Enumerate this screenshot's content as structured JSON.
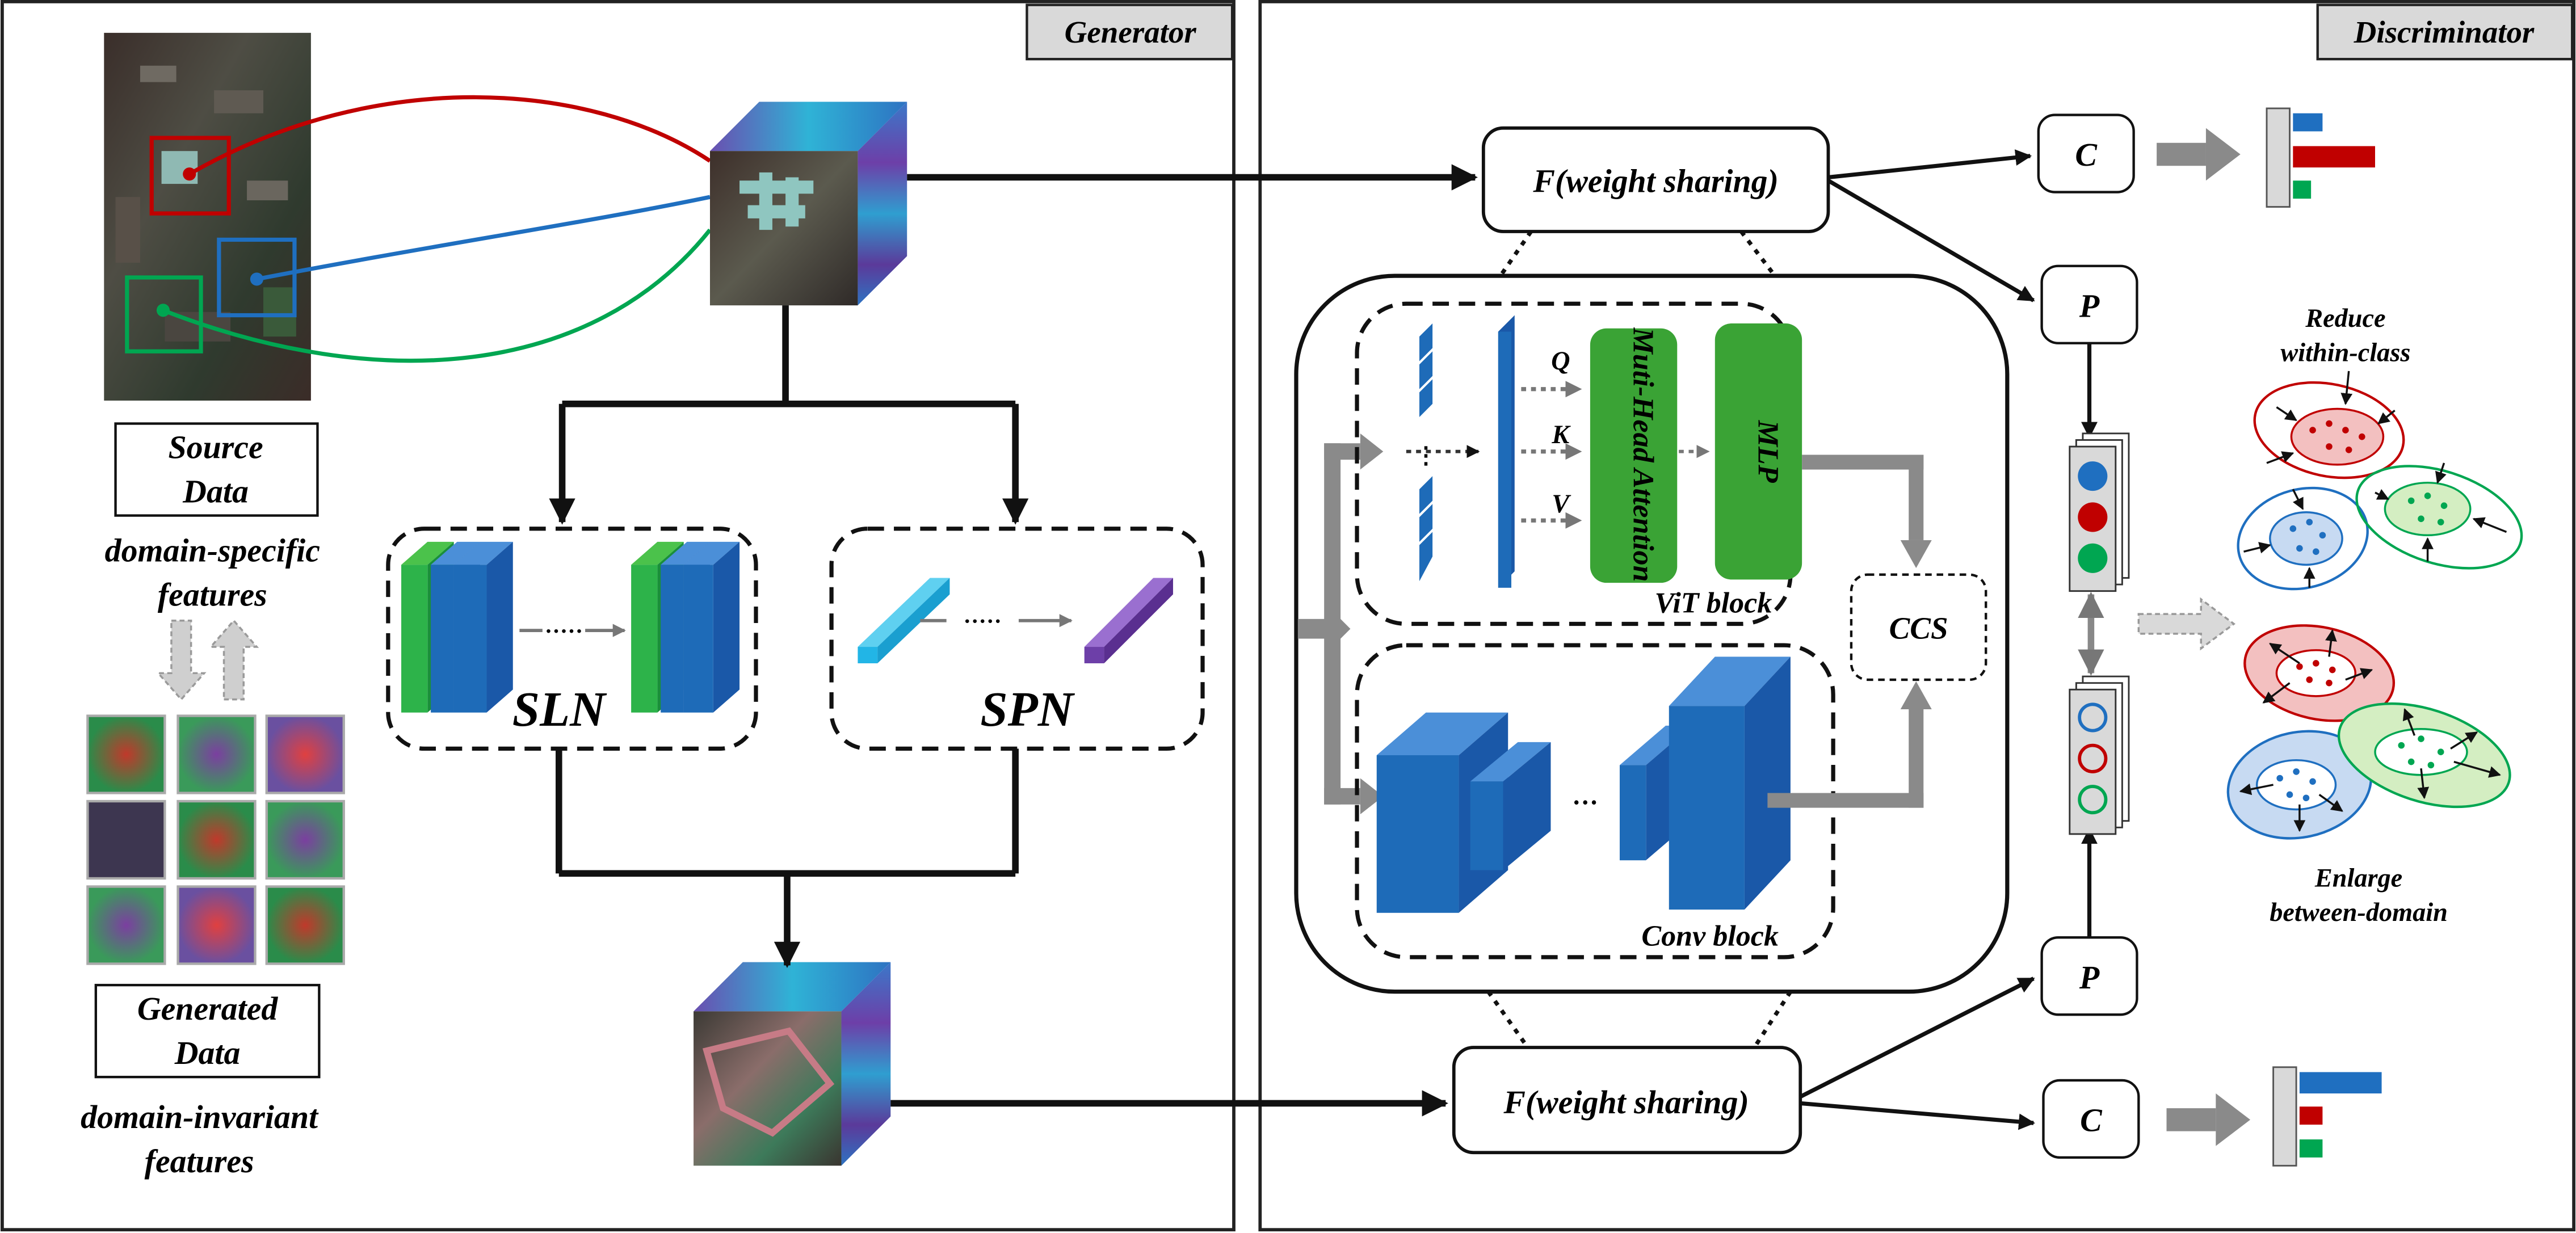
{
  "panels": {
    "generator": "Generator",
    "discriminator": "Discriminator"
  },
  "source": {
    "label_line1": "Source",
    "label_line2": "Data",
    "features_line1": "domain-specific",
    "features_line2": "features"
  },
  "generated": {
    "label_line1": "Generated",
    "label_line2": "Data",
    "features_line1": "domain-invariant",
    "features_line2": "features"
  },
  "networks": {
    "sln": "SLN",
    "spn": "SPN"
  },
  "discriminator": {
    "f_top": "F(weight sharing)",
    "f_bottom": "F(weight sharing)",
    "vit": {
      "q": "Q",
      "k": "K",
      "v": "V",
      "attention": "Muti-Head Attention",
      "mlp": "MLP",
      "label": "ViT block"
    },
    "conv_label": "Conv block",
    "ccs": "CCS",
    "c_label": "C",
    "p_label": "P"
  },
  "annotations": {
    "reduce_line1": "Reduce",
    "reduce_line2": "within-class",
    "enlarge_line1": "Enlarge",
    "enlarge_line2": "between-domain"
  },
  "colors": {
    "red": "#c00000",
    "blue": "#1f6fc0",
    "green": "#00a651",
    "conv_blue": "#1e6bb8",
    "vit_green": "#3aa335",
    "purple": "#6d3fa8"
  }
}
